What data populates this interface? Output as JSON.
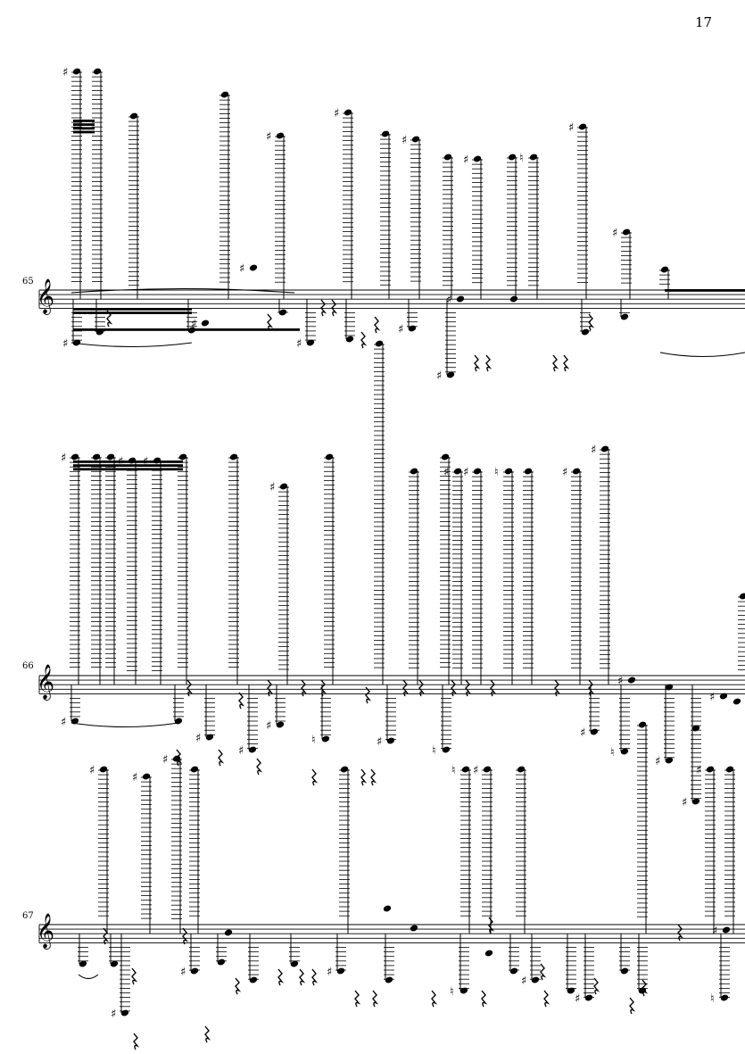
{
  "page": {
    "number": "17"
  },
  "systems": [
    {
      "measure": "65"
    },
    {
      "measure": "66"
    },
    {
      "measure": "67"
    }
  ],
  "colors": {
    "ink": "#000000",
    "paper": "#ffffff"
  },
  "symbols": {
    "clef": "treble-clef",
    "sharp": "♯",
    "natural": "♮"
  }
}
